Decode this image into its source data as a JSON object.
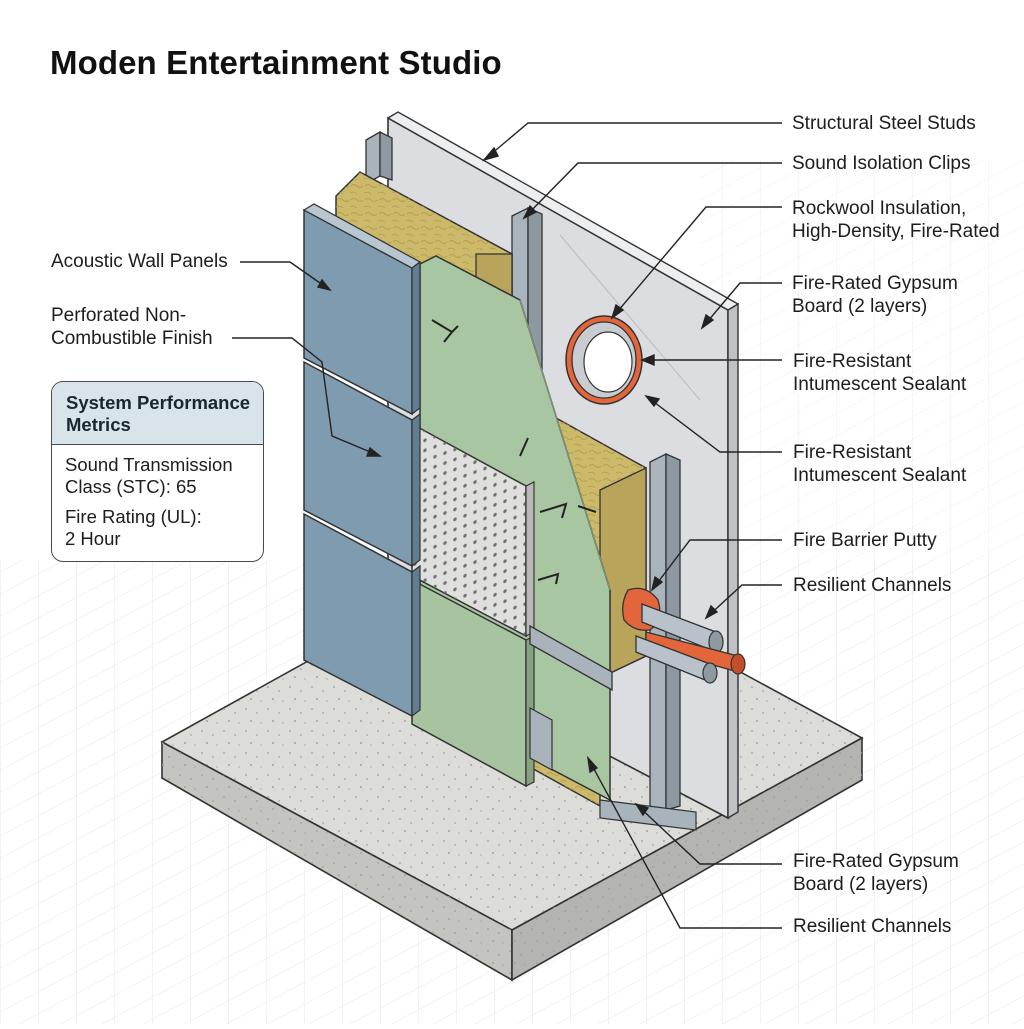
{
  "title": "Moden Entertainment Studio",
  "labels": {
    "structural_steel_studs": "Structural Steel Studs",
    "sound_isolation_clips": "Sound Isolation Clips",
    "rockwool_line1": "Rockwool Insulation,",
    "rockwool_line2": "High-Density, Fire-Rated",
    "gypsum_top_line1": "Fire-Rated Gypsum",
    "gypsum_top_line2": "Board (2 layers)",
    "sealant1_line1": "Fire-Resistant",
    "sealant1_line2": "Intumescent Sealant",
    "sealant2_line1": "Fire-Resistant",
    "sealant2_line2": "Intumescent Sealant",
    "fire_barrier_putty": "Fire Barrier Putty",
    "resilient_channels_top": "Resilient Channels",
    "gypsum_bottom_line1": "Fire-Rated Gypsum",
    "gypsum_bottom_line2": "Board (2 layers)",
    "resilient_channels_bottom": "Resilient Channels",
    "acoustic_wall_panels": "Acoustic Wall Panels",
    "perforated_line1": "Perforated Non-",
    "perforated_line2": "Combustible Finish"
  },
  "metrics": {
    "header_line1": "System Performance",
    "header_line2": "Metrics",
    "stc_line1": "Sound Transmission",
    "stc_line2": "Class (STC): 65",
    "fire_line1": "Fire Rating (UL):",
    "fire_line2": "2 Hour"
  },
  "colors": {
    "slab": "#d9d9d6",
    "gypsum_board": "#dcdde0",
    "rockwool": "#cdb96a",
    "acoustic_panel": "#7f9bb0",
    "green_board": "#a9c6a2",
    "sealant": "#e2653c",
    "steel": "#a7b1ba"
  }
}
